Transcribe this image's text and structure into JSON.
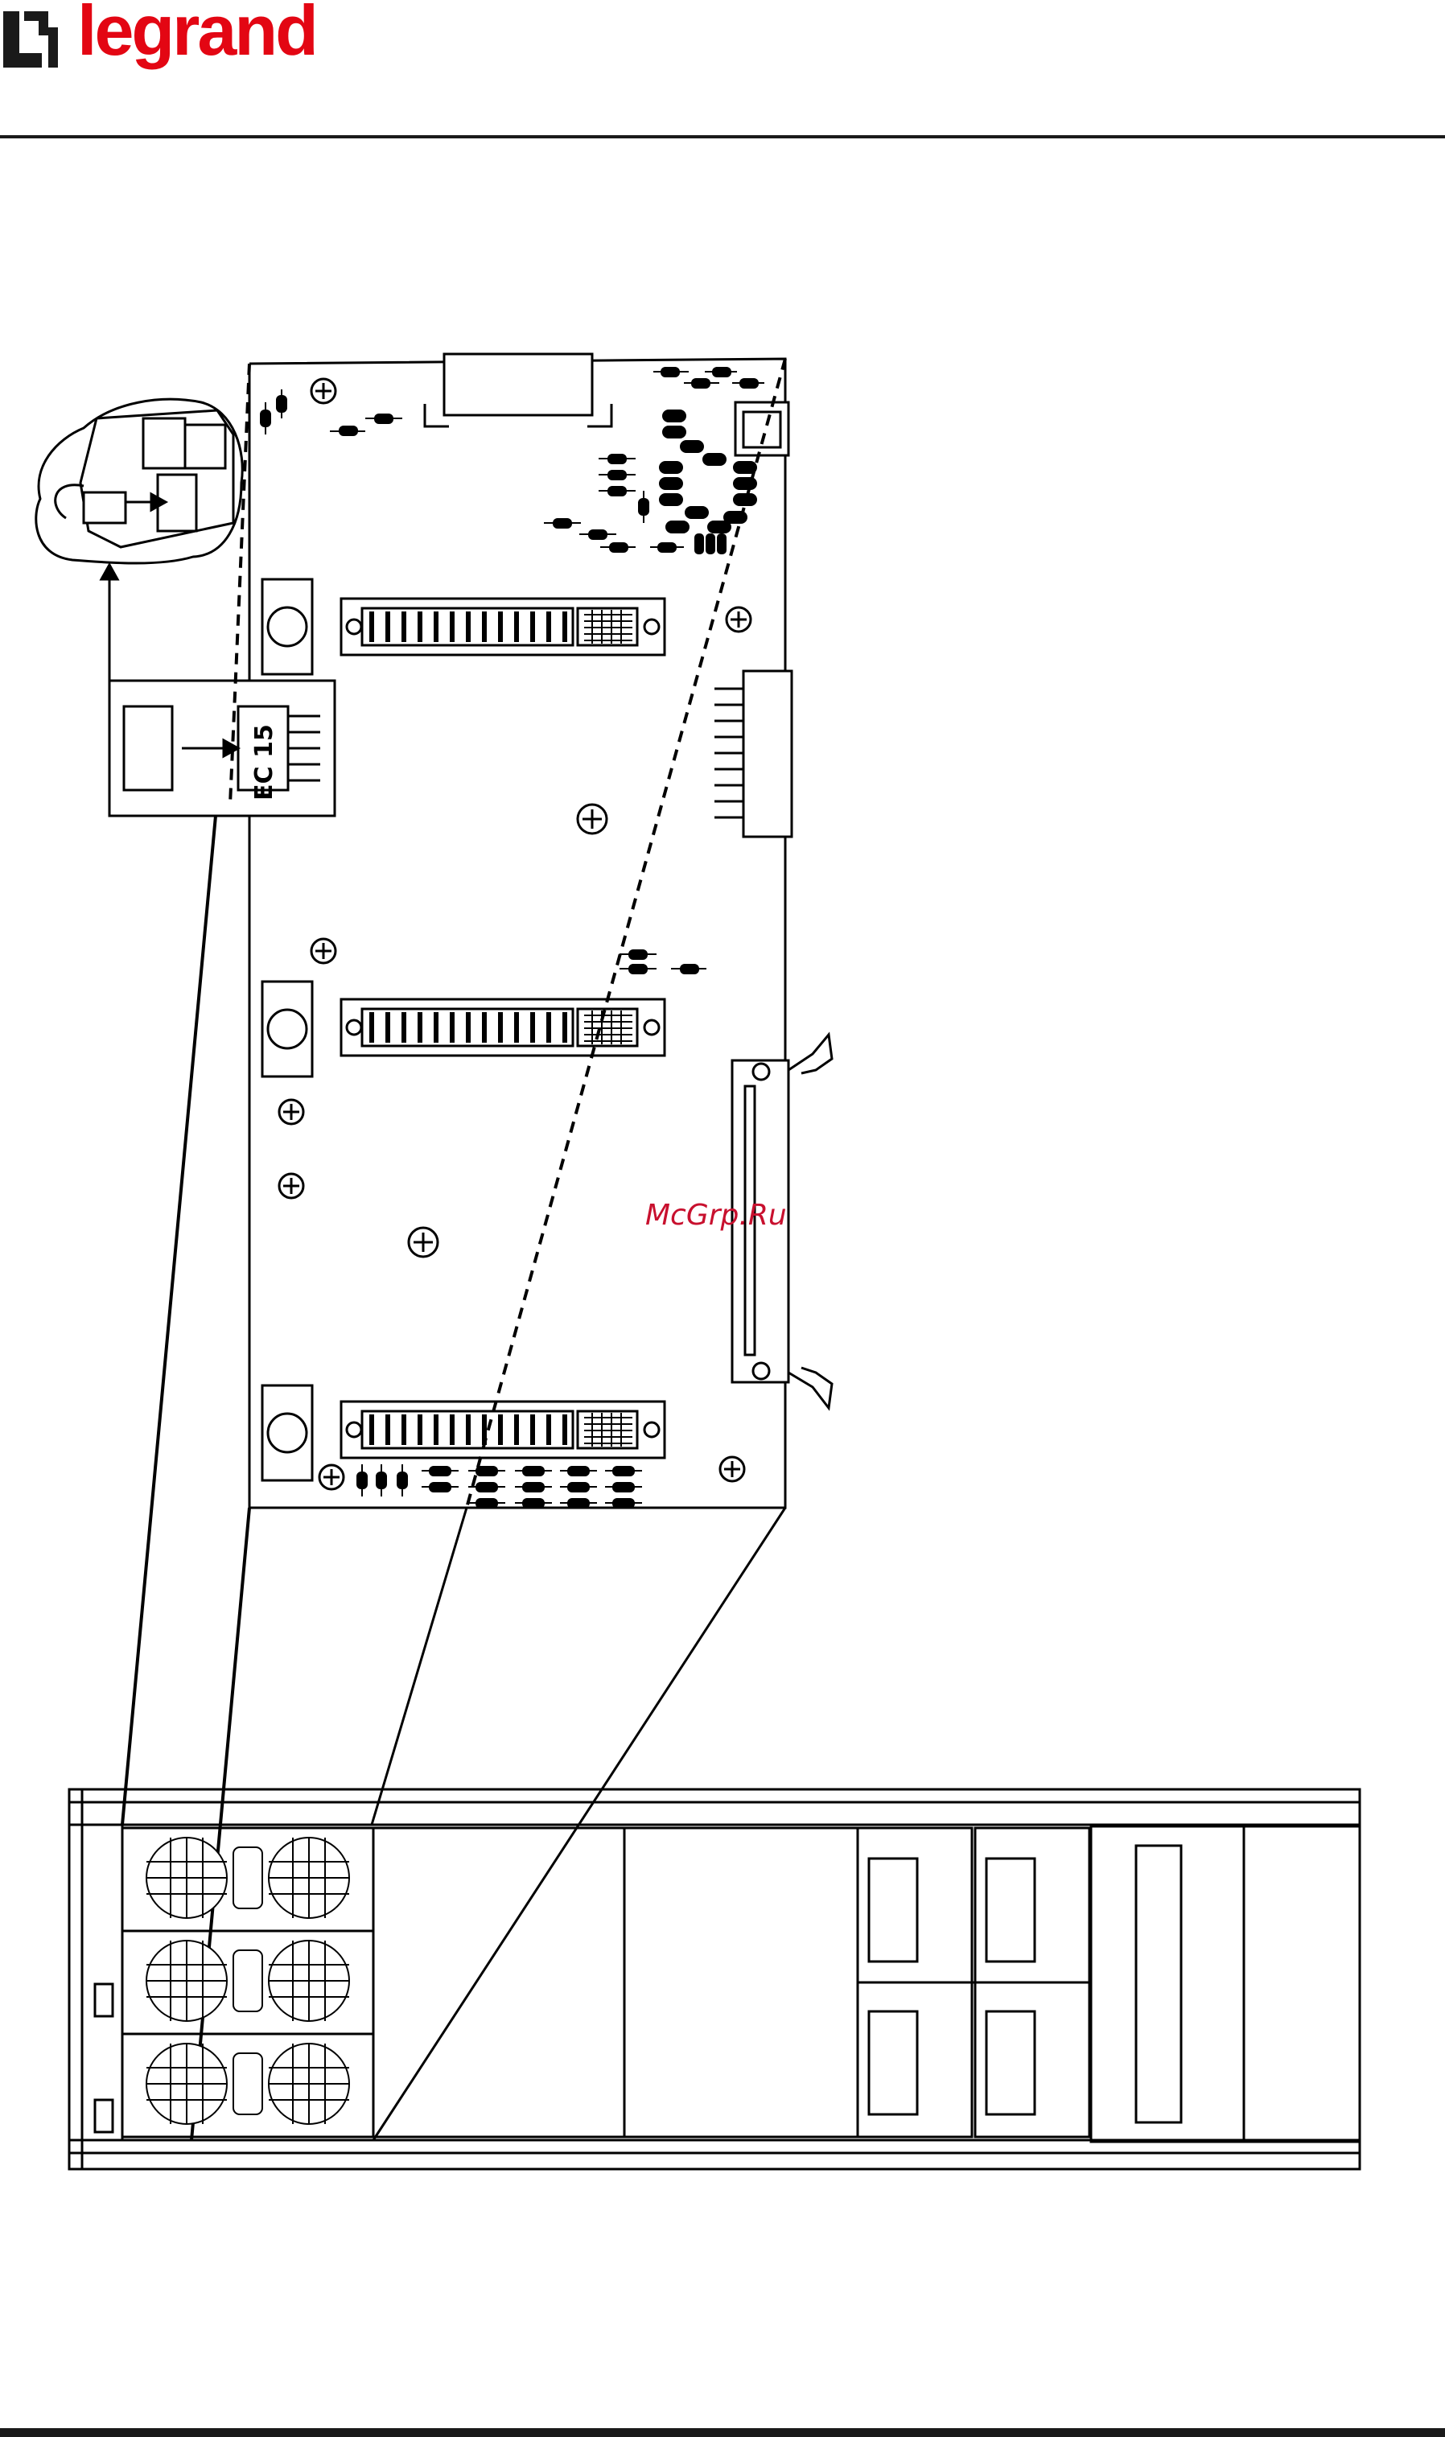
{
  "header": {
    "brand": "legrand",
    "brand_color": "#e30613"
  },
  "figure": {
    "board_label": "EC 15",
    "watermark": "McGrp.Ru",
    "watermark_color": "#c8102e"
  },
  "icons": {
    "logo": "legrand-logo-icon",
    "arrow": "arrow-right-icon",
    "screw": "screw-plus-icon"
  }
}
